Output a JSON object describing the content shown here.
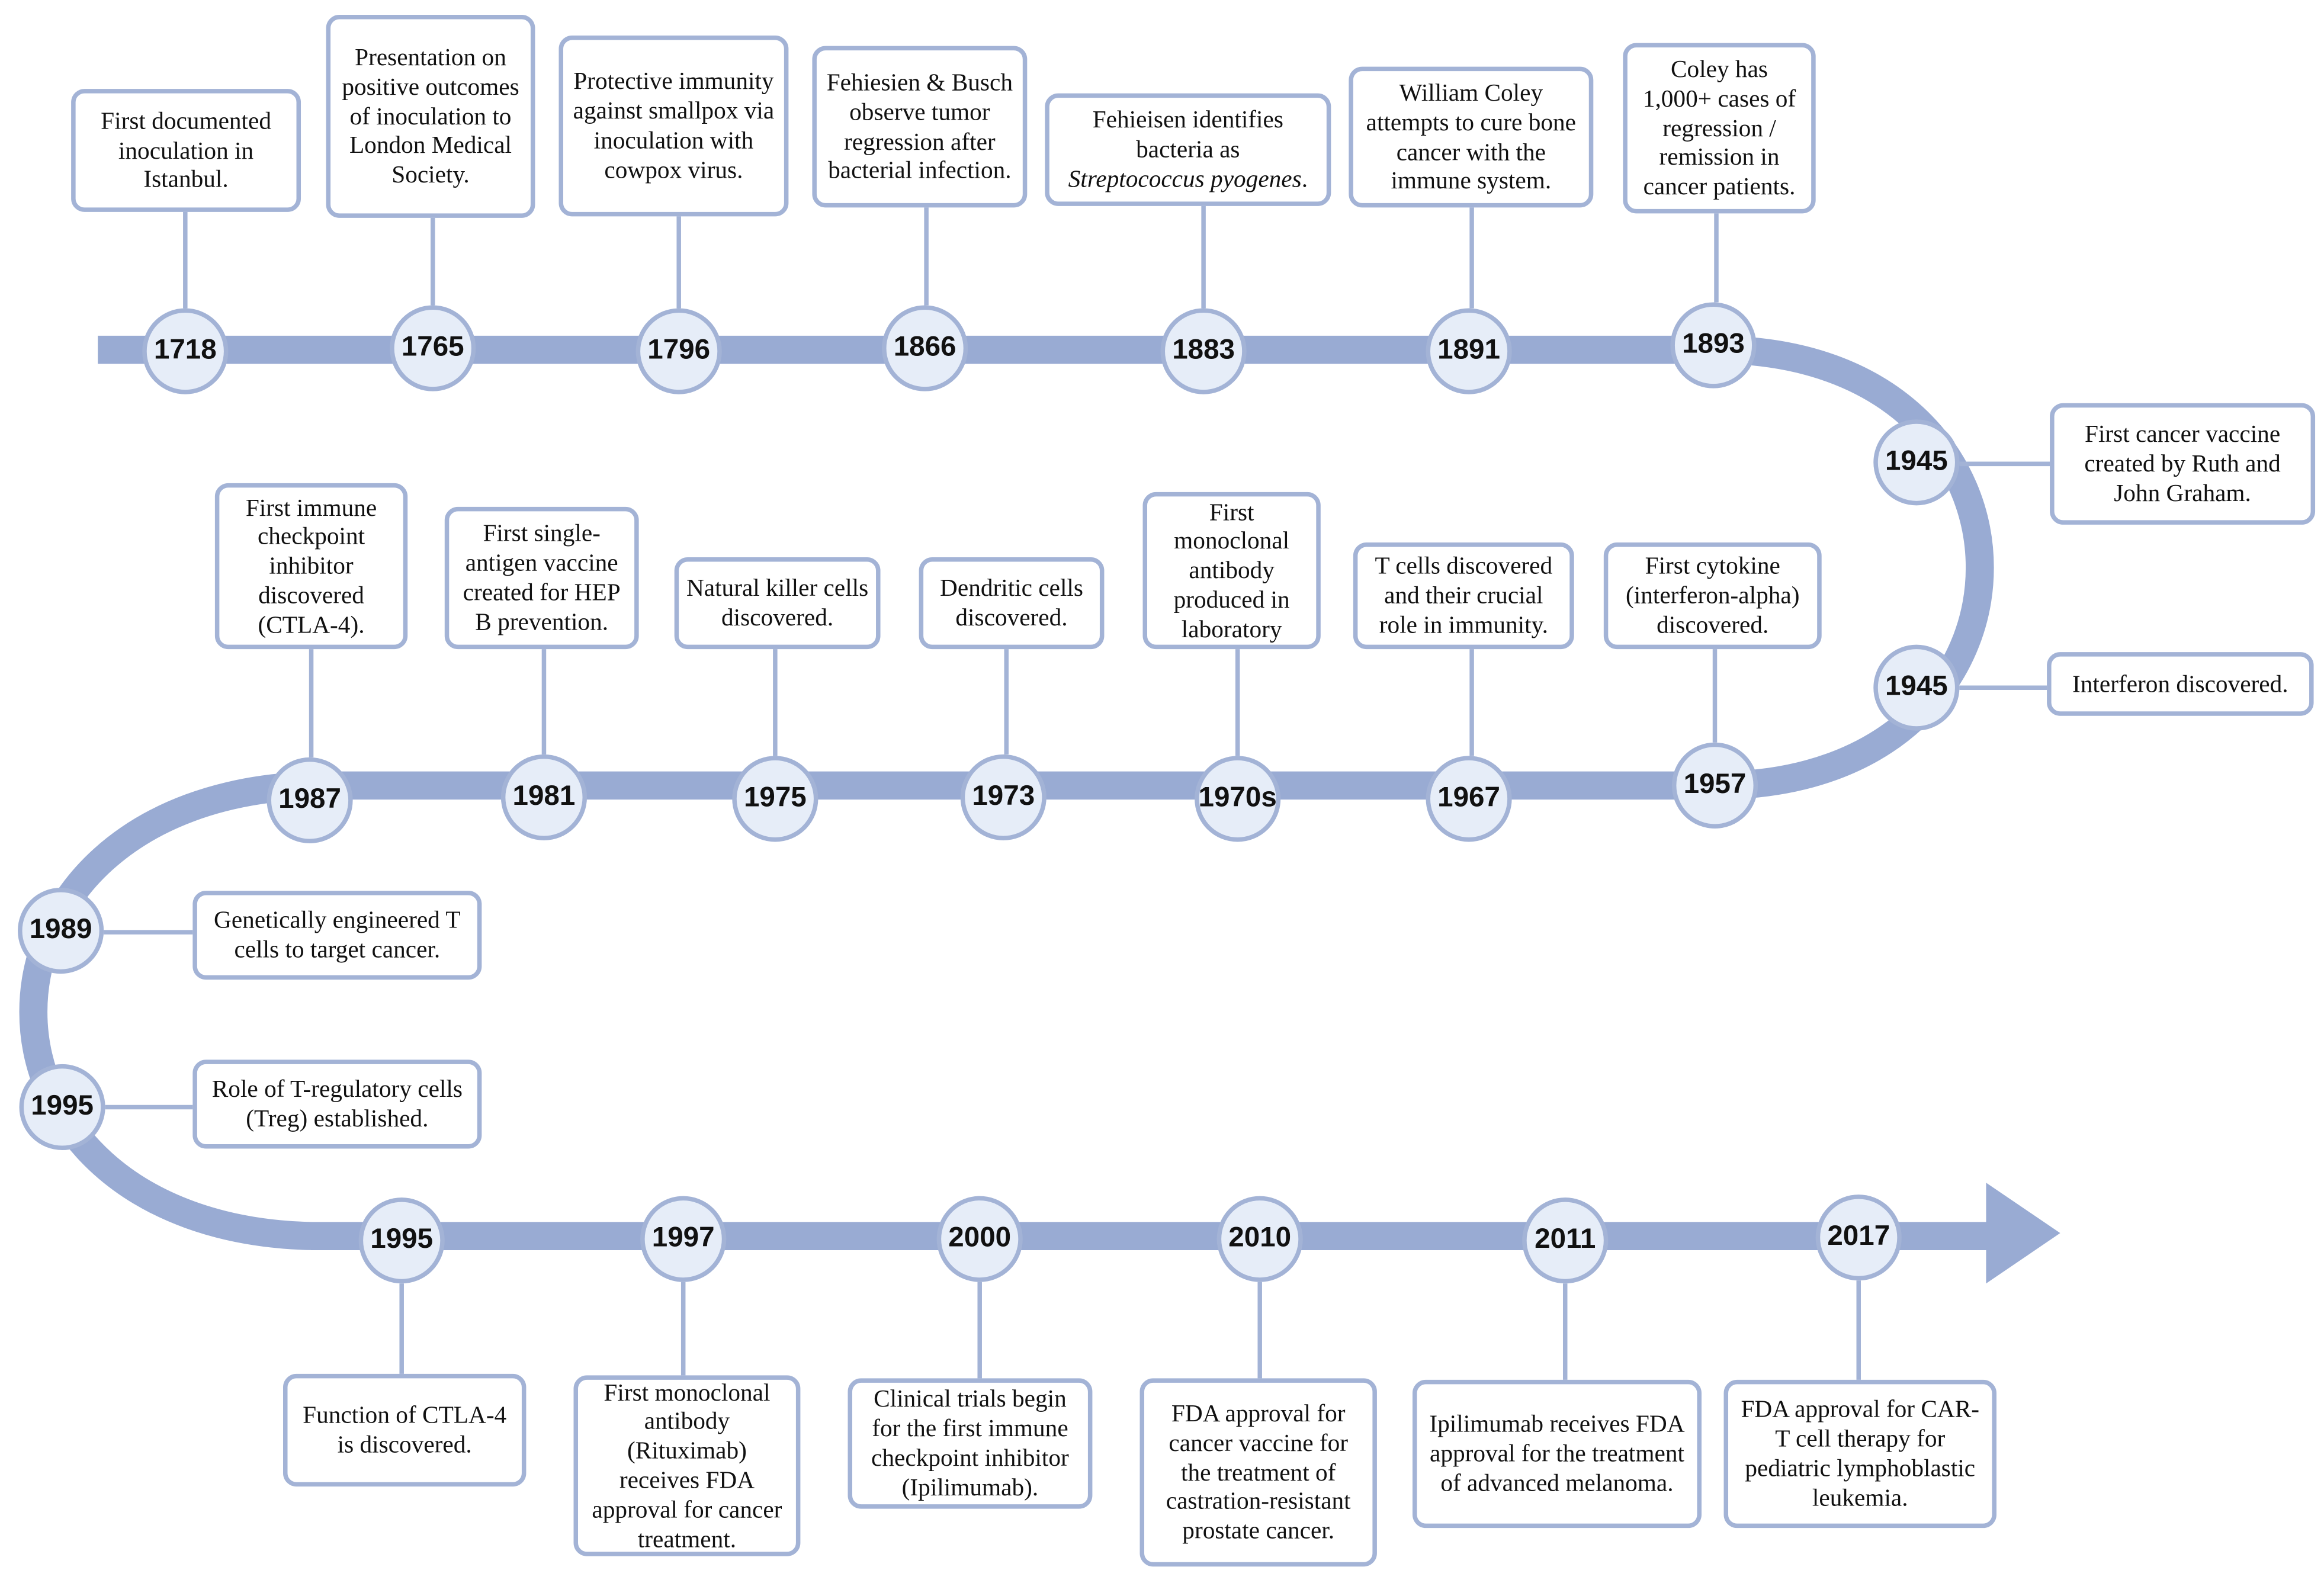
{
  "colors": {
    "track": "#99abd3",
    "box_border": "#a3b3d6",
    "node_fill": "#e6edf8",
    "text": "#111111"
  },
  "events": [
    {
      "year": "1718",
      "text": "First documented inoculation in Istanbul."
    },
    {
      "year": "1765",
      "text": "Presentation on positive outcomes of inoculation to London Medical Society."
    },
    {
      "year": "1796",
      "text": "Protective immunity against smallpox via inoculation with cowpox virus."
    },
    {
      "year": "1866",
      "text": "Fehiesien & Busch observe tumor regression after bacterial infection."
    },
    {
      "year": "1883",
      "text": "Fehieisen identifies bacteria as",
      "text_italic": "Streptococcus pyogenes",
      "text_end": "."
    },
    {
      "year": "1891",
      "text": "William Coley attempts to cure bone cancer with the immune system."
    },
    {
      "year": "1893",
      "text": "Coley has 1,000+ cases of regression / remission in cancer patients."
    },
    {
      "year": "1945",
      "text": "First cancer vaccine created by Ruth and John Graham."
    },
    {
      "year": "1945",
      "text": "Interferon discovered."
    },
    {
      "year": "1957",
      "text": "First cytokine (interferon-alpha) discovered."
    },
    {
      "year": "1967",
      "text": "T cells discovered and their crucial role in immunity."
    },
    {
      "year": "1970s",
      "text": "First monoclonal antibody produced in laboratory"
    },
    {
      "year": "1973",
      "text": "Dendritic cells discovered."
    },
    {
      "year": "1975",
      "text": "Natural killer cells discovered."
    },
    {
      "year": "1981",
      "text": "First single-antigen vaccine created for HEP B prevention."
    },
    {
      "year": "1987",
      "text": "First immune checkpoint inhibitor discovered (CTLA-4)."
    },
    {
      "year": "1989",
      "text": "Genetically engineered T cells to target cancer."
    },
    {
      "year": "1995",
      "text": "Role of T-regulatory cells (Treg) established."
    },
    {
      "year": "1995",
      "text": "Function of CTLA-4 is discovered."
    },
    {
      "year": "1997",
      "text": "First monoclonal antibody (Rituximab) receives FDA approval for cancer treatment."
    },
    {
      "year": "2000",
      "text": "Clinical trials begin for the first immune checkpoint inhibitor (Ipilimumab)."
    },
    {
      "year": "2010",
      "text": "FDA approval for cancer vaccine for the treatment of castration-resistant prostate cancer."
    },
    {
      "year": "2011",
      "text": "Ipilimumab receives FDA approval for the treatment of advanced melanoma."
    },
    {
      "year": "2017",
      "text": "FDA approval for CAR-T cell therapy for pediatric lymphoblastic leukemia."
    }
  ]
}
